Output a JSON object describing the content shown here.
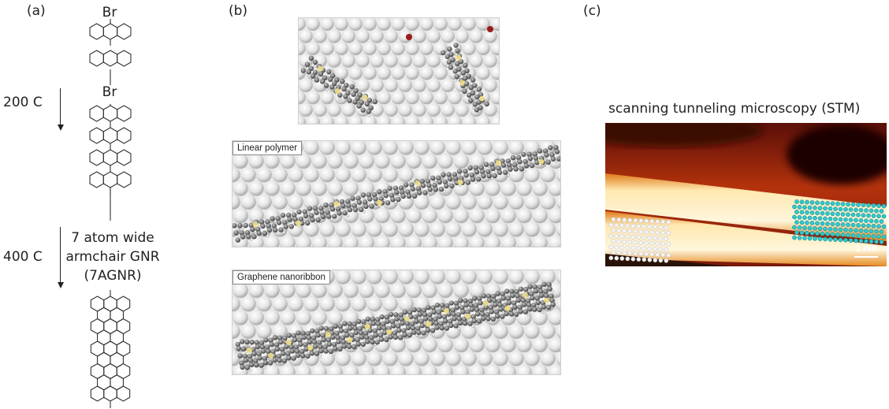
{
  "panels": {
    "a": {
      "label": "(a)"
    },
    "b": {
      "label": "(b)"
    },
    "c": {
      "label": "(c)"
    }
  },
  "synthesis": {
    "substituent_top": "Br",
    "substituent_bottom": "Br",
    "step1_temperature": "200 C",
    "step2_temperature": "400 C",
    "product_line1": "7 atom wide",
    "product_line2": "armchair GNR",
    "product_line3": "(7AGNR)"
  },
  "simulation": {
    "stage2_label": "Linear polymer",
    "stage3_label": "Graphene nanoribbon"
  },
  "stm": {
    "title": "scanning tunneling microscopy (STM)",
    "scalebar_label": "1 nm"
  },
  "colors": {
    "text": "#222222",
    "gold_atom": "#f2e08a",
    "bromine_atom": "#9b1a1a",
    "carbon": "#6e6e6e",
    "stm_bright": "#fff2d0",
    "stm_dark": "#2a0705",
    "stm_cyan": "#2fc9cc"
  }
}
